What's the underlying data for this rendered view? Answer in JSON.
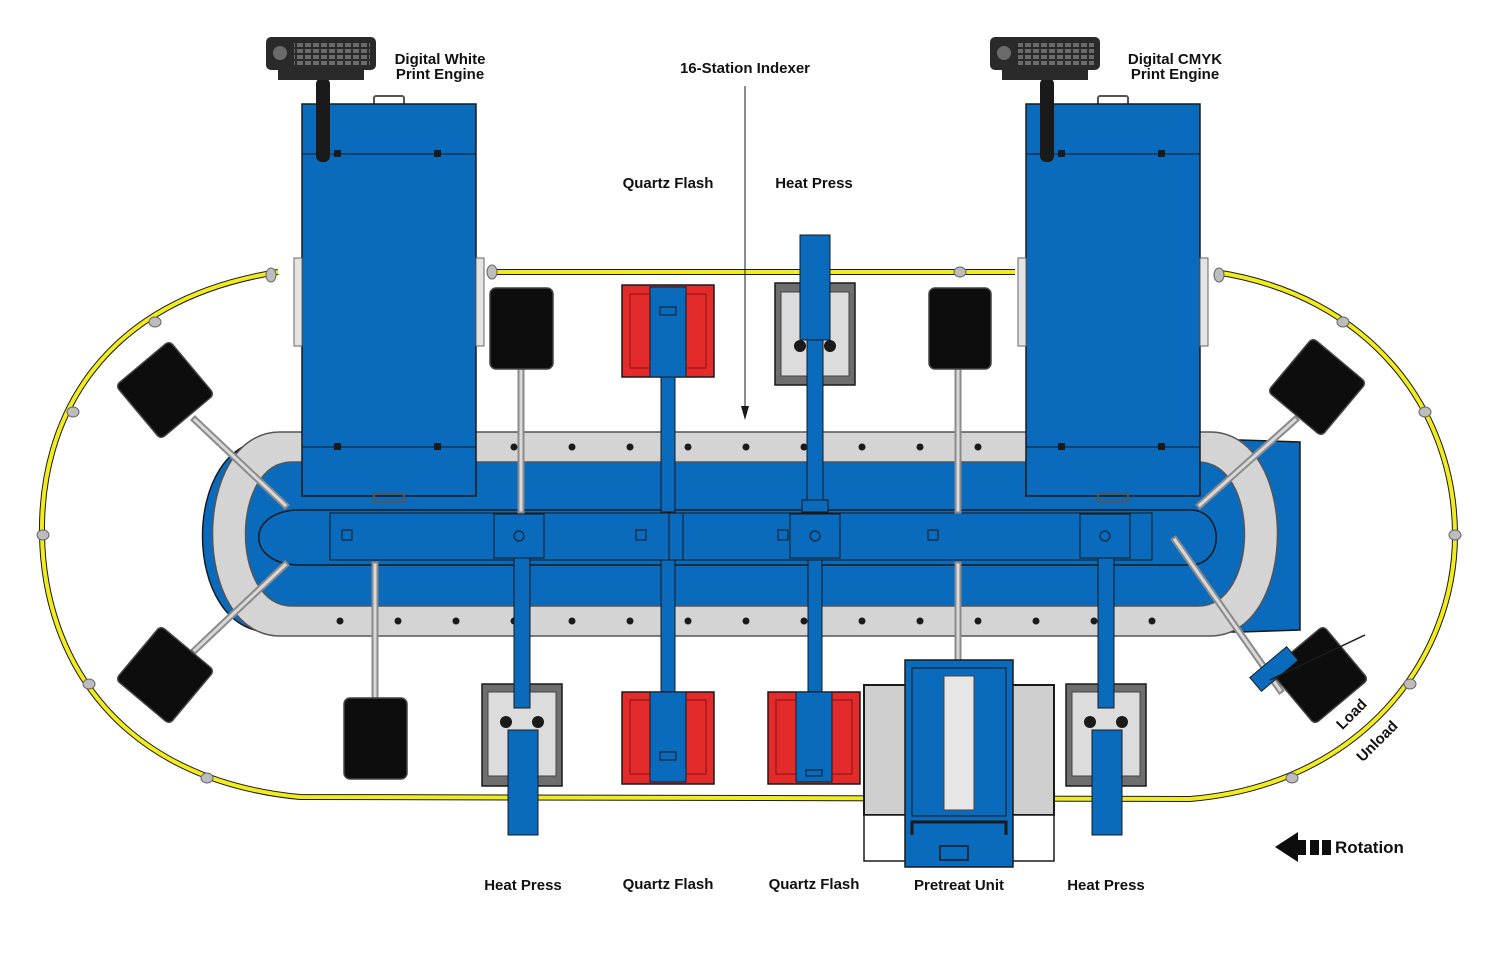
{
  "labels": {
    "digital_white_line1": "Digital White",
    "digital_white_line2": "Print Engine",
    "digital_cmyk_line1": "Digital CMYK",
    "digital_cmyk_line2": "Print Engine",
    "indexer": "16-Station Indexer",
    "quartz_flash_top": "Quartz Flash",
    "heat_press_top": "Heat Press",
    "heat_press_bottom_left": "Heat Press",
    "quartz_flash_bottom_1": "Quartz Flash",
    "quartz_flash_bottom_2": "Quartz Flash",
    "pretreat_unit": "Pretreat Unit",
    "heat_press_bottom_right": "Heat Press",
    "load": "Load",
    "unload": "Unload",
    "rotation": "Rotation"
  },
  "colors": {
    "machine_blue": "#0a6bbd",
    "rail_yellow": "#f2ec1f",
    "flash_red": "#e32b2b",
    "pallet_black": "#0d0d0d",
    "frame_gray": "#cfcfcf",
    "press_gray": "#6e6e6e"
  },
  "icons": {
    "rotation_arrow": "arrow-left-icon",
    "keyboard": "keyboard-icon"
  }
}
